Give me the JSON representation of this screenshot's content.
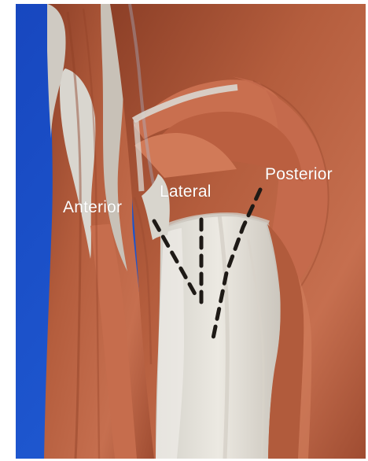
{
  "labels": {
    "anterior": "Anterior",
    "lateral": "Lateral",
    "posterior": "Posterior"
  },
  "colors": {
    "background_blue": "#1c4fc6",
    "muscle": "#b65d3e",
    "tendon": "#d9d7d0",
    "label_text": "#ffffff",
    "dashed_line": "#1e1a16"
  }
}
